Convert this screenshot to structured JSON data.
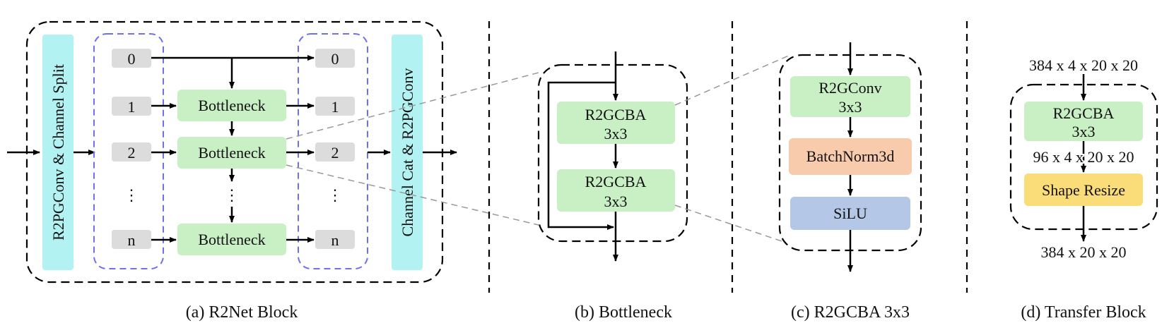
{
  "panel_a": {
    "caption": "(a) R2Net Block",
    "left_bar": "R2PGConv & Channel Split",
    "right_bar": "Channel Cat & R2PGConv",
    "left_index": [
      "0",
      "1",
      "2",
      "⋮",
      "n"
    ],
    "right_index": [
      "0",
      "1",
      "2",
      "⋮",
      "n"
    ],
    "bottleneck": [
      "Bottleneck",
      "Bottleneck",
      "Bottleneck"
    ],
    "vdots": "⋮"
  },
  "panel_b": {
    "caption": "(b) Bottleneck",
    "blocks": [
      {
        "line1": "R2GCBA",
        "line2": "3x3"
      },
      {
        "line1": "R2GCBA",
        "line2": "3x3"
      }
    ]
  },
  "panel_c": {
    "caption": "(c) R2GCBA 3x3",
    "conv_line1": "R2GConv",
    "conv_line2": "3x3",
    "bn": "BatchNorm3d",
    "act": "SiLU"
  },
  "panel_d": {
    "caption": "(d) Transfer Block",
    "input_shape": "384 x 4 x 20 x 20",
    "block_line1": "R2GCBA",
    "block_line2": "3x3",
    "mid_shape": "96 x 4 x 20 x 20",
    "resize": "Shape Resize",
    "output_shape": "384 x 20 x 20"
  },
  "colors": {
    "green": "#c8f0c4",
    "cyan": "#b3f2f2",
    "gray": "#dcdcdc",
    "orange": "#f8cbad",
    "blue": "#b4c7e7",
    "yellow": "#fadd78",
    "dash_blue": "#6f6ff0"
  }
}
